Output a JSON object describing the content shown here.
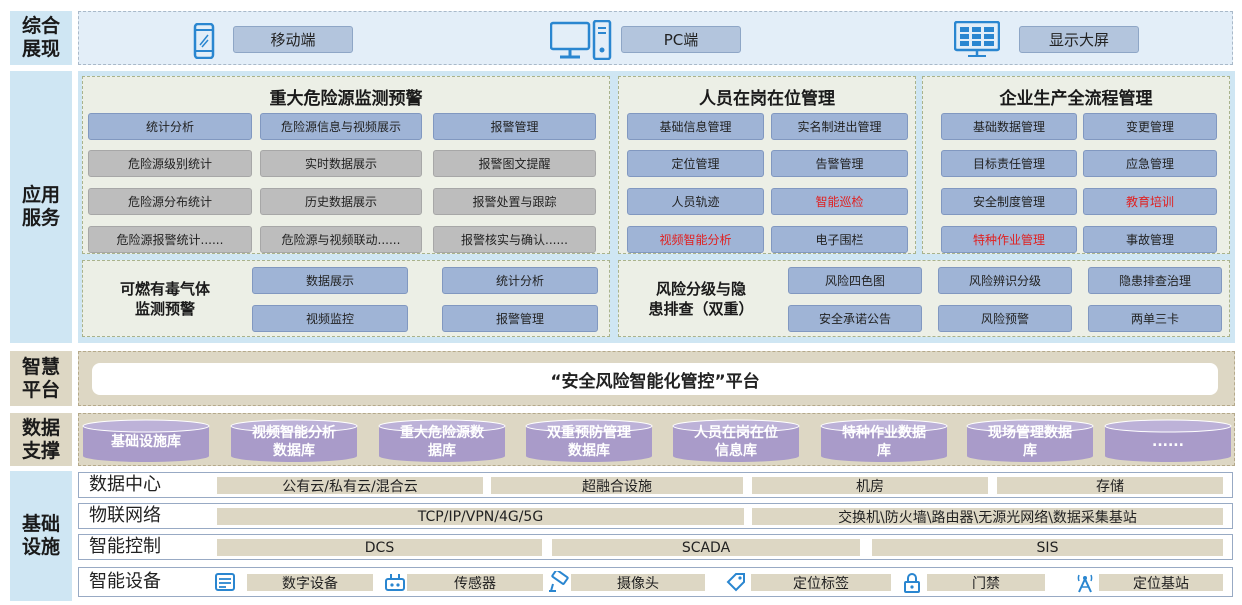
{
  "rows": {
    "presentation": "综合展现",
    "application": "应用服务",
    "platform": "智慧平台",
    "data": "数据支撑",
    "infrastructure": "基础设施"
  },
  "presentation": {
    "items": [
      {
        "label": "移动端",
        "icon": "mobile-phone-icon"
      },
      {
        "label": "PC端",
        "icon": "desktop-computer-icon"
      },
      {
        "label": "显示大屏",
        "icon": "display-screen-icon"
      }
    ]
  },
  "hazard": {
    "title": "重大危险源监测预警",
    "items": [
      {
        "label": "统计分析",
        "style": "blue"
      },
      {
        "label": "危险源信息与视频展示",
        "style": "blue"
      },
      {
        "label": "报警管理",
        "style": "blue"
      },
      {
        "label": "危险源级别统计",
        "style": "gray"
      },
      {
        "label": "实时数据展示",
        "style": "gray"
      },
      {
        "label": "报警图文提醒",
        "style": "gray"
      },
      {
        "label": "危险源分布统计",
        "style": "gray"
      },
      {
        "label": "历史数据展示",
        "style": "gray"
      },
      {
        "label": "报警处置与跟踪",
        "style": "gray"
      },
      {
        "label": "危险源报警统计......",
        "style": "gray"
      },
      {
        "label": "危险源与视频联动......",
        "style": "gray"
      },
      {
        "label": "报警核实与确认......",
        "style": "gray"
      }
    ]
  },
  "personnel": {
    "title": "人员在岗在位管理",
    "items": [
      {
        "label": "基础信息管理",
        "red": false
      },
      {
        "label": "实名制进出管理",
        "red": false
      },
      {
        "label": "定位管理",
        "red": false
      },
      {
        "label": "告警管理",
        "red": false
      },
      {
        "label": "人员轨迹",
        "red": false
      },
      {
        "label": "智能巡检",
        "red": true
      },
      {
        "label": "视频智能分析",
        "red": true
      },
      {
        "label": "电子围栏",
        "red": false
      }
    ]
  },
  "production": {
    "title": "企业生产全流程管理",
    "items": [
      {
        "label": "基础数据管理",
        "red": false
      },
      {
        "label": "变更管理",
        "red": false
      },
      {
        "label": "目标责任管理",
        "red": false
      },
      {
        "label": "应急管理",
        "red": false
      },
      {
        "label": "安全制度管理",
        "red": false
      },
      {
        "label": "教育培训",
        "red": true
      },
      {
        "label": "特种作业管理",
        "red": true
      },
      {
        "label": "事故管理",
        "red": false
      }
    ]
  },
  "gas": {
    "title": "可燃有毒气体\n监测预警",
    "items": [
      "数据展示",
      "统计分析",
      "视频监控",
      "报警管理"
    ]
  },
  "risk": {
    "title": "风险分级与隐\n患排查（双重）",
    "items": [
      "风险四色图",
      "风险辨识分级",
      "隐患排查治理",
      "安全承诺公告",
      "风险预警",
      "两单三卡"
    ]
  },
  "platform_label": "“安全风险智能化管控”平台",
  "databases": [
    "基础设施库",
    "视频智能分析\n数据库",
    "重大危险源数\n据库",
    "双重预防管理\n数据库",
    "人员在岗在位\n信息库",
    "特种作业数据\n库",
    "现场管理数据\n库",
    "......"
  ],
  "infra": {
    "datacenter": {
      "title": "数据中心",
      "items": [
        "公有云/私有云/混合云",
        "超融合设施",
        "机房",
        "存储"
      ]
    },
    "iot": {
      "title": "物联网络",
      "items": [
        "TCP/IP/VPN/4G/5G",
        "交换机\\防火墙\\路由器\\无源光网络\\数据采集基站"
      ]
    },
    "control": {
      "title": "智能控制",
      "items": [
        "DCS",
        "SCADA",
        "SIS"
      ]
    },
    "devices": {
      "title": "智能设备",
      "items": [
        {
          "label": "数字设备",
          "icon": "digital-device-icon"
        },
        {
          "label": "传感器",
          "icon": "sensor-icon"
        },
        {
          "label": "摄像头",
          "icon": "camera-icon"
        },
        {
          "label": "定位标签",
          "icon": "tag-icon"
        },
        {
          "label": "门禁",
          "icon": "lock-icon"
        },
        {
          "label": "定位基站",
          "icon": "antenna-icon"
        }
      ]
    }
  },
  "colors": {
    "label_bg": "#cfe6f3",
    "blue_button": "#9fb4d6",
    "gray_button": "#bdbdbd",
    "tan_band": "#ddd7c4",
    "db_purple": "#a99bc9",
    "red_text": "#e02020",
    "icon_blue": "#2a86d0"
  }
}
